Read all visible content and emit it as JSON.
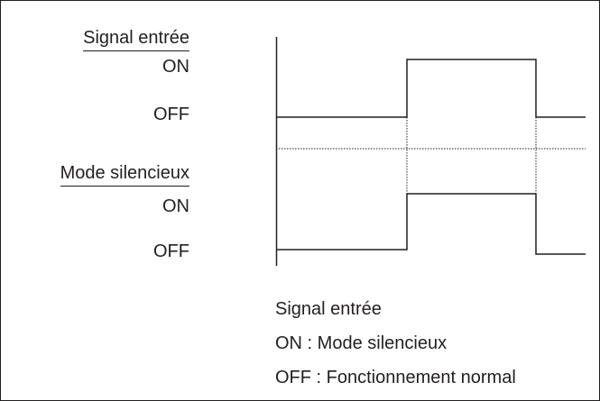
{
  "signal": {
    "title": "Signal entrée",
    "on_label": "ON",
    "off_label": "OFF"
  },
  "mode": {
    "title": "Mode silencieux",
    "on_label": "ON",
    "off_label": "OFF"
  },
  "legend": {
    "title": "Signal entrée",
    "line_on": "ON : Mode silencieux",
    "line_off": "OFF : Fonctionnement normal"
  },
  "colors": {
    "line": "#231f20",
    "background": "#ffffff"
  }
}
